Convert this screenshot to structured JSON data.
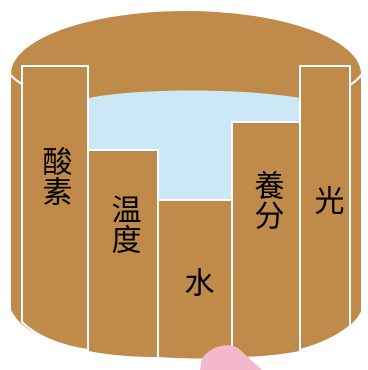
{
  "diagram": {
    "colors": {
      "wood": "#c08a4a",
      "wood_shadow": "#a9743a",
      "outline": "#ffffff",
      "water": "#cce8f6",
      "arrow": "#f4b8cc"
    },
    "staves": [
      {
        "id": "oxygen",
        "label": "酸素"
      },
      {
        "id": "temperature",
        "label": "温度"
      },
      {
        "id": "water",
        "label": "水"
      },
      {
        "id": "nutrients",
        "label": "養分"
      },
      {
        "id": "light",
        "label": "光"
      }
    ]
  }
}
